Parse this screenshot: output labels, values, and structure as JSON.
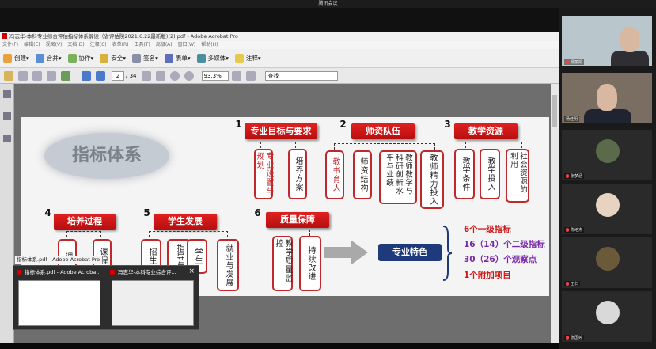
{
  "meeting": {
    "title": "腾讯会议"
  },
  "acrobat": {
    "window_title": "冯志华-本科专业综合评估指标体系解读（省评估院2021.6.22最新版)(2).pdf - Adobe Acrobat Pro",
    "menu": [
      "文件(F)",
      "编辑(E)",
      "视图(V)",
      "文档(D)",
      "注释(C)",
      "表单(R)",
      "工具(T)",
      "高级(A)",
      "窗口(W)",
      "帮助(H)"
    ],
    "toolbar": [
      "创建",
      "合并",
      "协作",
      "安全",
      "签名",
      "表单",
      "多媒体",
      "注释"
    ],
    "page_current": "2",
    "page_total": "/ 34",
    "zoom": "93.3%",
    "find_placeholder": "查找"
  },
  "slide": {
    "title": "指标体系",
    "groups": [
      {
        "num": "1",
        "header": "专业目标与要求",
        "items": [
          "专业设置与规划",
          "培养方案"
        ]
      },
      {
        "num": "2",
        "header": "师资队伍",
        "items": [
          "教书育人",
          "师资结构",
          "教师教学与科研创新水平与业绩",
          "教师精力投入"
        ]
      },
      {
        "num": "3",
        "header": "教学资源",
        "items": [
          "教学条件",
          "教学投入",
          "社会资源的利用"
        ]
      },
      {
        "num": "4",
        "header": "培养过程",
        "items": [
          "课",
          "课程"
        ]
      },
      {
        "num": "5",
        "header": "学生发展",
        "items": [
          "招生",
          "指导与",
          "学生",
          "就业与发展"
        ]
      },
      {
        "num": "6",
        "header": "质量保障",
        "items": [
          "教学质量监控",
          "持续改进"
        ]
      }
    ],
    "feature": "专业特色",
    "summary": [
      {
        "text": "6个一级指标",
        "color": "#d01818"
      },
      {
        "text": "16（14）个二级指标",
        "color": "#7a2aa8"
      },
      {
        "text": "30（26）个观察点",
        "color": "#7a2aa8"
      },
      {
        "text": "1个附加项目",
        "color": "#d01818"
      }
    ]
  },
  "taskbar": {
    "tooltip": "指标体系.pdf - Adobe Acrobat Pro",
    "previews": [
      "指标体系.pdf - Adobe Acroba...",
      "冯志华-本科专业综合评..."
    ],
    "close": "×"
  },
  "participants": [
    "杨丽娟",
    "杨佳明",
    "张梦涵",
    "陈培杰",
    "王仁",
    "张国婷"
  ]
}
